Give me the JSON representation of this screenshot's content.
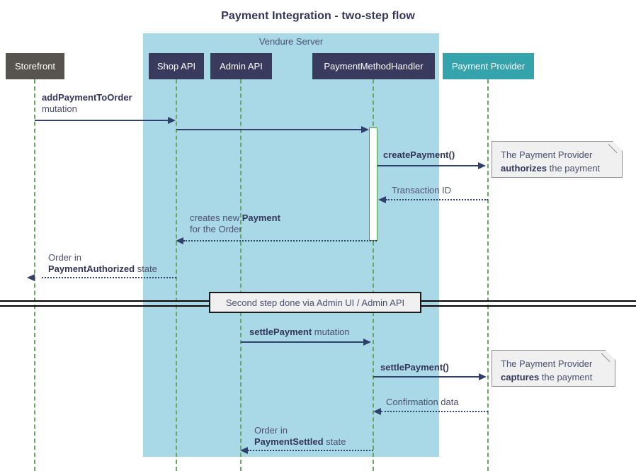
{
  "title": "Payment Integration - two-step flow",
  "group": {
    "label": "Vendure Server",
    "color": "#a9d9e7"
  },
  "participants": [
    {
      "id": "storefront",
      "label": "Storefront",
      "color": "#57534e"
    },
    {
      "id": "shop-api",
      "label": "Shop API",
      "color": "#393b5e"
    },
    {
      "id": "admin-api",
      "label": "Admin API",
      "color": "#393b5e"
    },
    {
      "id": "payment-method-handler",
      "label": "PaymentMethodHandler",
      "color": "#393b5e"
    },
    {
      "id": "payment-provider",
      "label": "Payment Provider",
      "color": "#35a3ac"
    }
  ],
  "messages": [
    {
      "id": "add-payment-to-order",
      "from": "storefront",
      "to": "shop-api",
      "style": "solid",
      "label_bold": "addPaymentToOrder",
      "label_plain": "mutation"
    },
    {
      "id": "shop-api-to-handler",
      "from": "shop-api",
      "to": "payment-method-handler",
      "style": "solid",
      "label_bold": "",
      "label_plain": ""
    },
    {
      "id": "create-payment",
      "from": "payment-method-handler",
      "to": "payment-provider",
      "style": "solid",
      "label_bold": "createPayment()",
      "label_plain": ""
    },
    {
      "id": "transaction-id",
      "from": "payment-provider",
      "to": "payment-method-handler",
      "style": "dotted",
      "label_bold": "",
      "label_plain": "Transaction ID"
    },
    {
      "id": "creates-new-payment",
      "from": "payment-method-handler",
      "to": "shop-api",
      "style": "dotted",
      "label_line1_plain": "creates new ",
      "label_line1_bold": "Payment",
      "label_line2_plain": "for the Order"
    },
    {
      "id": "order-payment-authorized",
      "from": "shop-api",
      "to": "storefront",
      "style": "dotted",
      "label_line1_plain": "Order in",
      "label_line2_bold": "PaymentAuthorized",
      "label_line2_plain": " state"
    },
    {
      "id": "settle-payment-mutation",
      "from": "admin-api",
      "to": "payment-method-handler",
      "style": "solid",
      "label_bold": "settlePayment",
      "label_plain": " mutation"
    },
    {
      "id": "settle-payment-call",
      "from": "payment-method-handler",
      "to": "payment-provider",
      "style": "solid",
      "label_bold": "settlePayment()",
      "label_plain": ""
    },
    {
      "id": "confirmation-data",
      "from": "payment-provider",
      "to": "payment-method-handler",
      "style": "dotted",
      "label_bold": "",
      "label_plain": "Confirmation data"
    },
    {
      "id": "order-payment-settled",
      "from": "payment-method-handler",
      "to": "admin-api",
      "style": "dotted",
      "label_line1_plain": "Order in",
      "label_line2_bold": "PaymentSettled",
      "label_line2_plain": " state"
    }
  ],
  "notes": [
    {
      "id": "note-authorizes",
      "line1": "The Payment Provider",
      "bold": "authorizes",
      "line2_tail": " the payment"
    },
    {
      "id": "note-captures",
      "line1": "The Payment Provider",
      "bold": "captures",
      "line2_tail": " the payment"
    }
  ],
  "divider": {
    "label": "Second step done via Admin UI / Admin API"
  },
  "colors": {
    "message_line": "#2e406b",
    "lifeline": "#69a863",
    "activation_border": "#4f9b4a",
    "text": "#4c5070",
    "text_bold": "#33355b",
    "note_bg": "#f0f0f0",
    "note_border": "#8d8d8d"
  }
}
